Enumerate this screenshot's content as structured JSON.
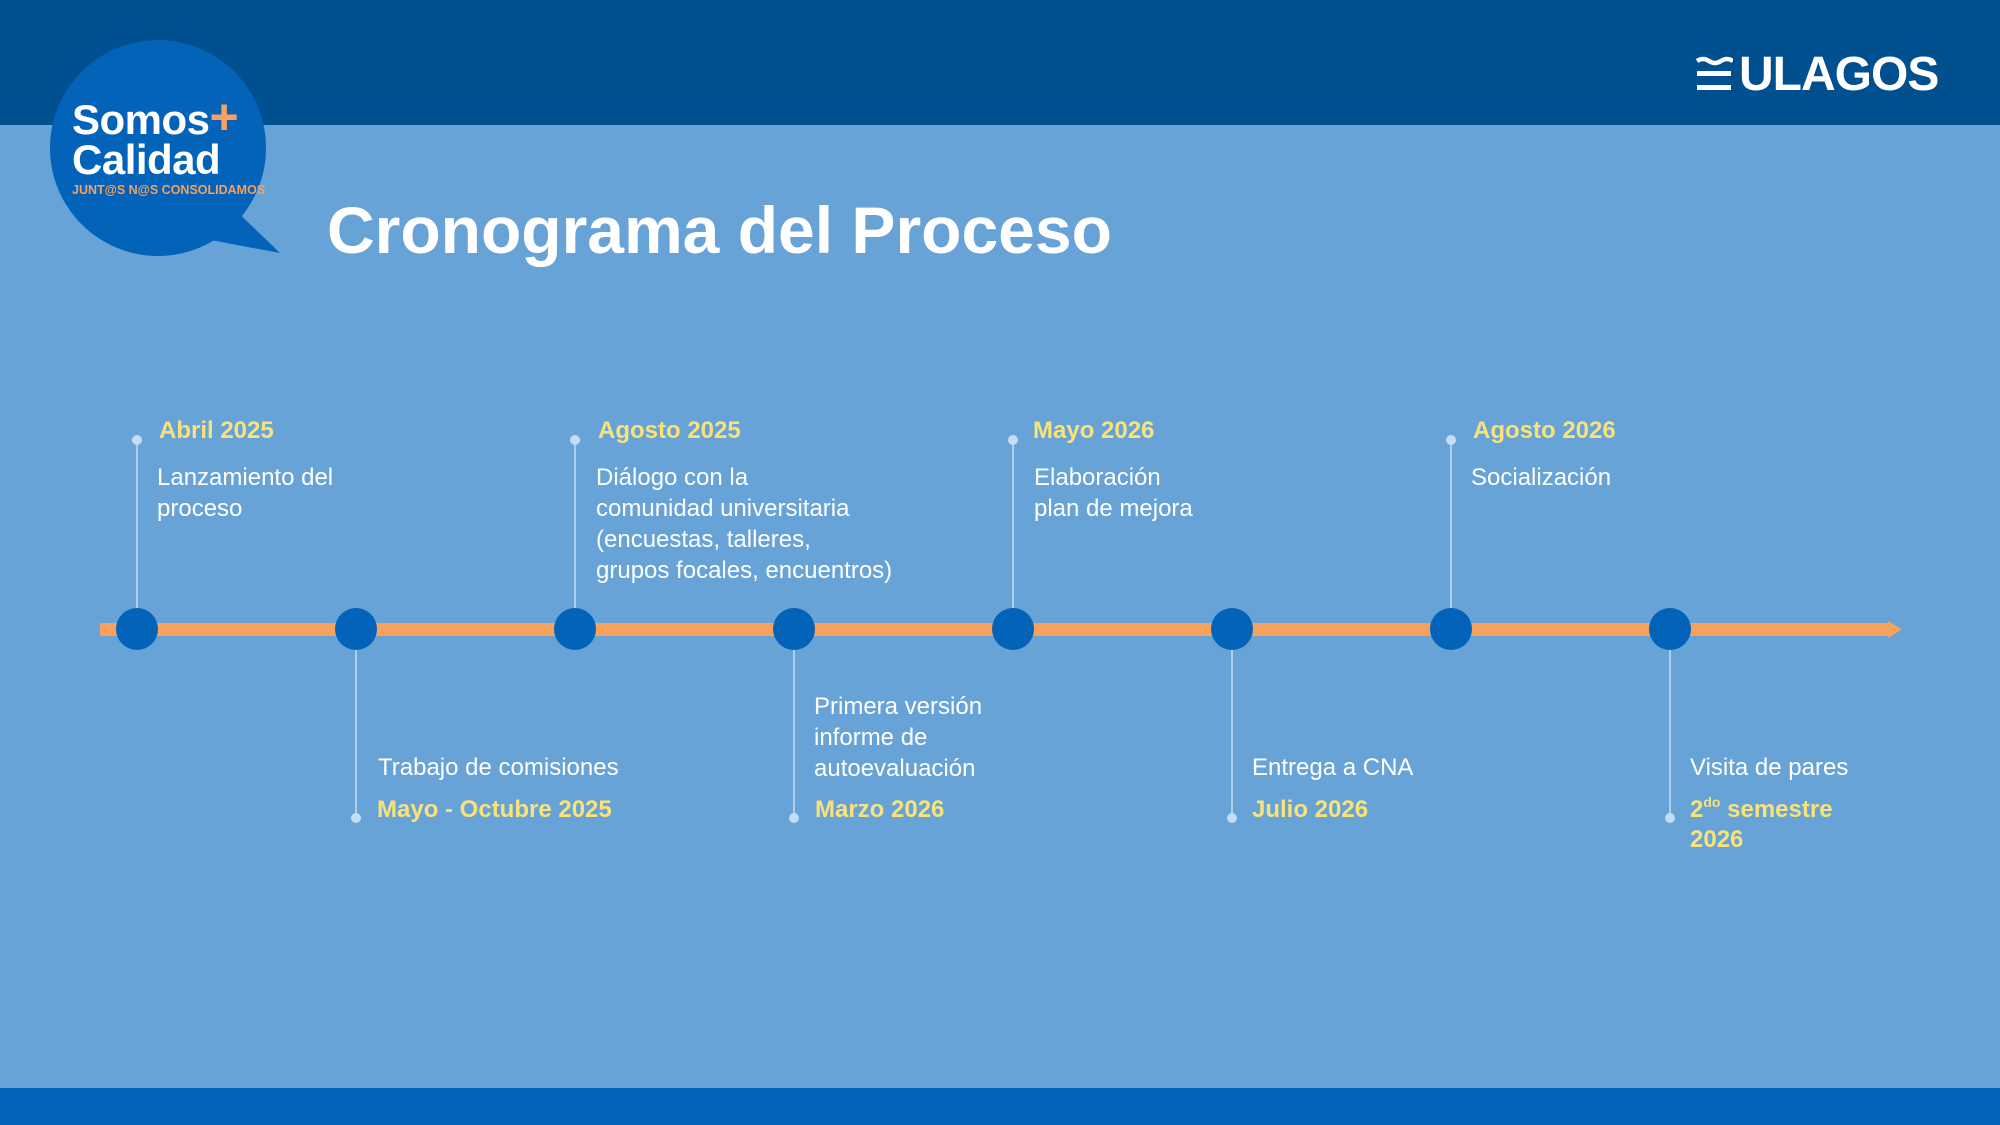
{
  "header": {
    "brand": "ULAGOS",
    "badge": {
      "line1": "Somos",
      "plus": "+",
      "line2": "Calidad",
      "tagline": "JUNT@S N@S CONSOLIDAMOS"
    }
  },
  "page_title": "Cronograma del Proceso",
  "timeline": {
    "milestones": [
      {
        "date": "Abril 2025",
        "description": [
          "Lanzamiento del",
          "proceso"
        ]
      },
      {
        "date": "Mayo - Octubre 2025",
        "description": [
          "Trabajo de comisiones"
        ]
      },
      {
        "date": "Agosto 2025",
        "description": [
          "Diálogo con la",
          "comunidad universitaria",
          "(encuestas, talleres,",
          "grupos focales, encuentros)"
        ]
      },
      {
        "date": "Marzo 2026",
        "description": [
          "Primera versión",
          "informe de",
          "autoevaluación"
        ]
      },
      {
        "date": "Mayo 2026",
        "description": [
          "Elaboración",
          "plan de mejora"
        ]
      },
      {
        "date": "Julio 2026",
        "description": [
          "Entrega a CNA"
        ]
      },
      {
        "date": "Agosto 2026",
        "description": [
          "Socialización"
        ]
      },
      {
        "date_part1": "2",
        "date_sup": "do",
        "date_part2": " semestre",
        "date_line2": "2026",
        "description": [
          "Visita de pares"
        ]
      }
    ]
  },
  "colors": {
    "background": "#67a3d7",
    "header_bar": "#004f8f",
    "footer_bar": "#0263b8",
    "node": "#0263b8",
    "timeline_line": "#f7a15f",
    "date_text": "#f9e27a"
  }
}
